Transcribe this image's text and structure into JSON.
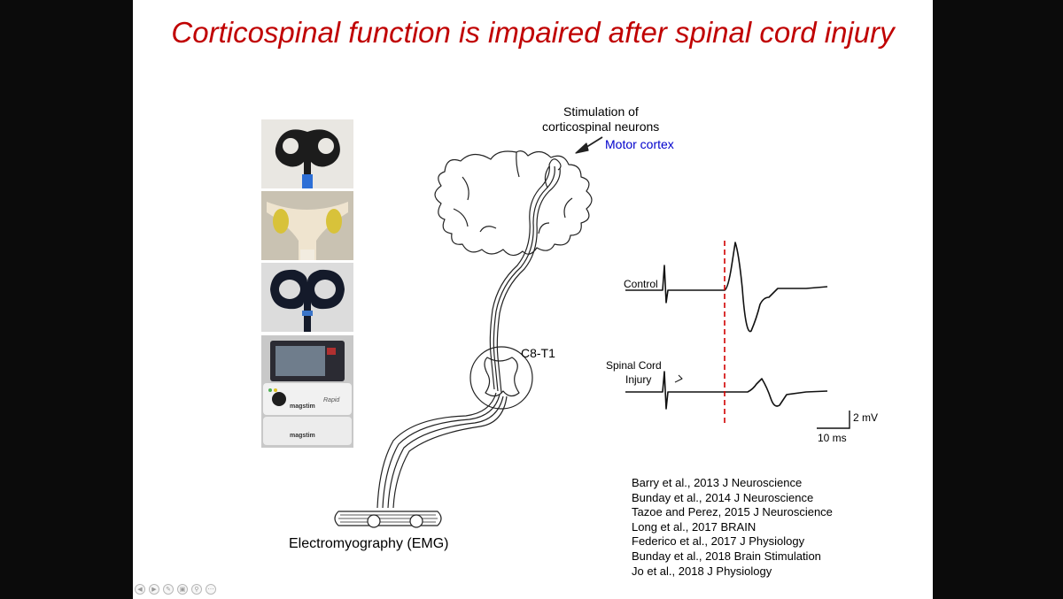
{
  "slide": {
    "title": "Corticospinal function is impaired after spinal cord injury"
  },
  "diagram": {
    "stimulation_label_line1": "Stimulation of",
    "stimulation_label_line2": "corticospinal neurons",
    "motor_cortex_label": "Motor cortex",
    "segment_label": "C8-T1",
    "emg_label": "Electromyography (EMG)"
  },
  "traces": {
    "control_label": "Control",
    "sci_label_line1": "Spinal Cord",
    "sci_label_line2": "Injury",
    "scale_amplitude": "2 mV",
    "scale_time": "10 ms"
  },
  "photos": {
    "brand_text": "magstim",
    "device_model": "Rapid"
  },
  "references": [
    "Barry et al., 2013 J Neuroscience",
    "Bunday et al., 2014 J Neuroscience",
    "Tazoe and Perez, 2015 J Neuroscience",
    "Long et al., 2017 BRAIN",
    "Federico et al., 2017 J Physiology",
    "Bunday et al., 2018 Brain Stimulation",
    "Jo et al., 2018 J Physiology"
  ],
  "colors": {
    "title": "#c00000",
    "motor_cortex_label": "#0000cc",
    "latency_marker": "#d00000"
  },
  "icons": [
    "prev-icon",
    "next-icon",
    "pen-icon",
    "pointer-icon",
    "zoom-icon",
    "more-icon"
  ]
}
